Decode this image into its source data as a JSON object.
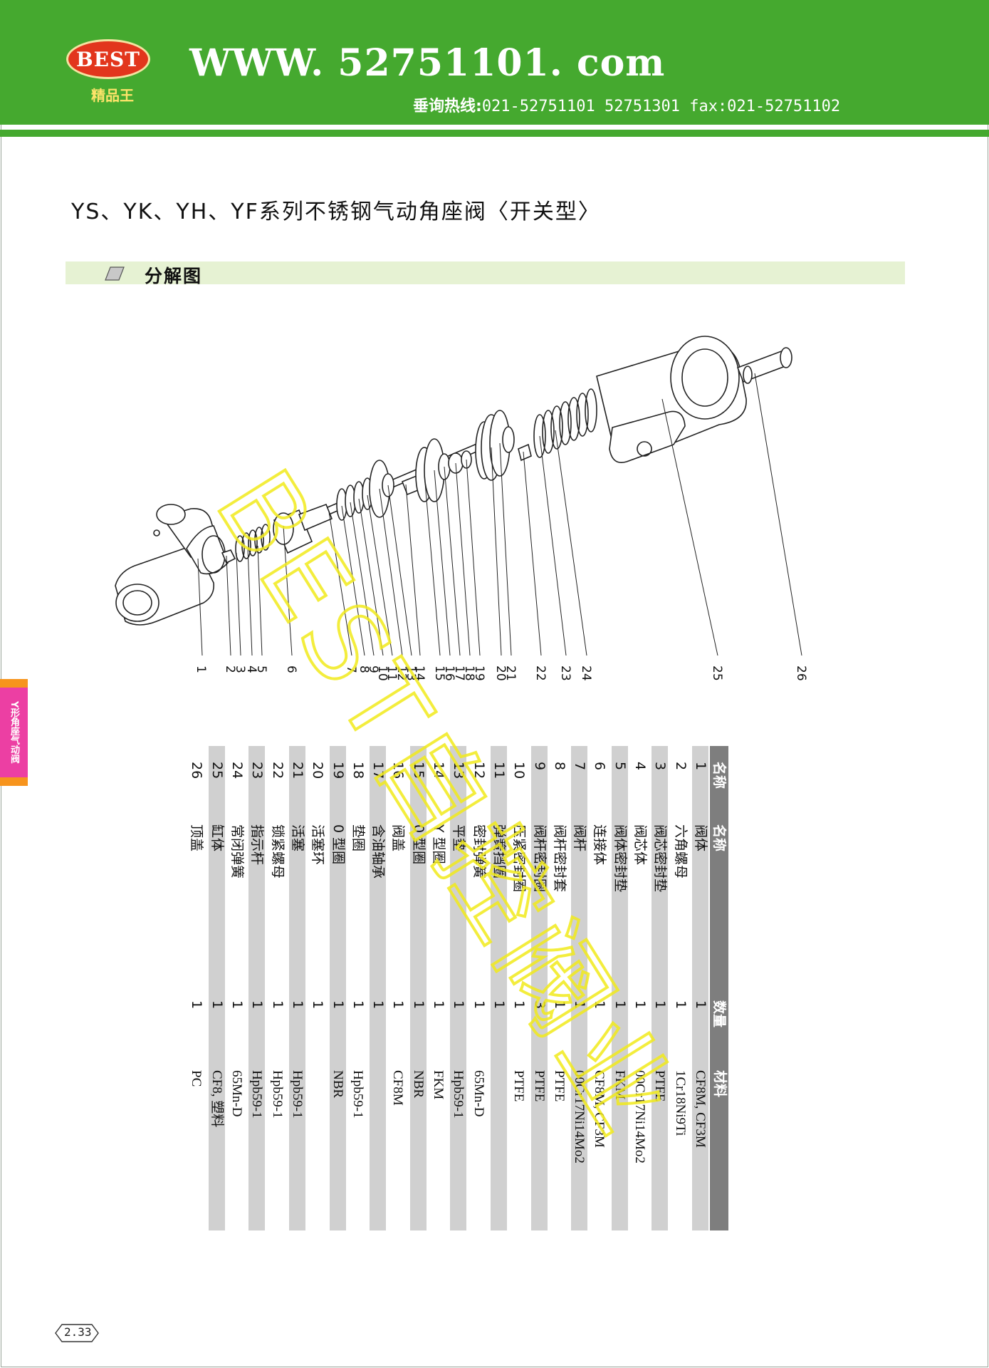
{
  "header": {
    "logo_text": "BEST",
    "logo_sub": "精品王",
    "site_url": "WWW. 52751101. com",
    "hotline_label": "垂询热线:",
    "hotline_numbers": "021-52751101  52751301    fax:021-52751102"
  },
  "page_title": "YS、YK、YH、YF系列不锈钢气动角座阀〈开关型〉",
  "section_title": "分解图",
  "side_tab": "Y形角座气动阀",
  "page_number": "2.33",
  "watermark": "BEST自控阀业",
  "diagram_callouts": [
    "1",
    "2",
    "3",
    "4",
    "5",
    "6",
    "7",
    "8",
    "9",
    "10",
    "11",
    "12",
    "13",
    "14",
    "15",
    "16",
    "17",
    "18",
    "19",
    "20",
    "21",
    "22",
    "23",
    "24",
    "25",
    "26"
  ],
  "table": {
    "header": {
      "no": "名称",
      "name": "名称",
      "qty": "数量",
      "material": "材料"
    },
    "rows": [
      {
        "no": "1",
        "name": "阀体",
        "qty": "1",
        "material": "CF8M, CF3M"
      },
      {
        "no": "2",
        "name": "六角螺母",
        "qty": "1",
        "material": "1Cr18Ni9Ti"
      },
      {
        "no": "3",
        "name": "阀芯密封垫",
        "qty": "1",
        "material": "PTFE"
      },
      {
        "no": "4",
        "name": "阀芯体",
        "qty": "1",
        "material": "00Cr17Ni14Mo2"
      },
      {
        "no": "5",
        "name": "阀体密封垫",
        "qty": "1",
        "material": "FKM"
      },
      {
        "no": "6",
        "name": "连接体",
        "qty": "1",
        "material": "CF8M, CF3M"
      },
      {
        "no": "7",
        "name": "阀杆",
        "qty": "1",
        "material": "00Cr17Ni14Mo2"
      },
      {
        "no": "8",
        "name": "阀杆密封套",
        "qty": "1",
        "material": "PTFE"
      },
      {
        "no": "9",
        "name": "阀杆密封圈",
        "qty": "3",
        "material": "PTFE"
      },
      {
        "no": "10",
        "name": "压紧密封圈",
        "qty": "1",
        "material": "PTFE"
      },
      {
        "no": "11",
        "name": "弹簧挡圈",
        "qty": "1",
        "material": ""
      },
      {
        "no": "12",
        "name": "密封弹簧",
        "qty": "1",
        "material": "65Mn-D"
      },
      {
        "no": "13",
        "name": "平垫",
        "qty": "1",
        "material": "Hpb59-1"
      },
      {
        "no": "14",
        "name": "Y 型圈",
        "qty": "1",
        "material": "FKM"
      },
      {
        "no": "15",
        "name": "0 型圈",
        "qty": "1",
        "material": "NBR"
      },
      {
        "no": "16",
        "name": "阀盖",
        "qty": "1",
        "material": "CF8M"
      },
      {
        "no": "17",
        "name": "含油轴承",
        "qty": "1",
        "material": ""
      },
      {
        "no": "18",
        "name": "垫圈",
        "qty": "1",
        "material": "Hpb59-1"
      },
      {
        "no": "19",
        "name": "0 型圈",
        "qty": "1",
        "material": "NBR"
      },
      {
        "no": "20",
        "name": "活塞环",
        "qty": "1",
        "material": ""
      },
      {
        "no": "21",
        "name": "活塞",
        "qty": "1",
        "material": "Hpb59-1"
      },
      {
        "no": "22",
        "name": "锁紧螺母",
        "qty": "1",
        "material": "Hpb59-1"
      },
      {
        "no": "23",
        "name": "指示杆",
        "qty": "1",
        "material": "Hpb59-1"
      },
      {
        "no": "24",
        "name": "常闭弹簧",
        "qty": "1",
        "material": "65Mn-D"
      },
      {
        "no": "25",
        "name": "缸体",
        "qty": "1",
        "material": "CF8, 塑料"
      },
      {
        "no": "26",
        "name": "顶盖",
        "qty": "1",
        "material": "PC"
      }
    ]
  }
}
